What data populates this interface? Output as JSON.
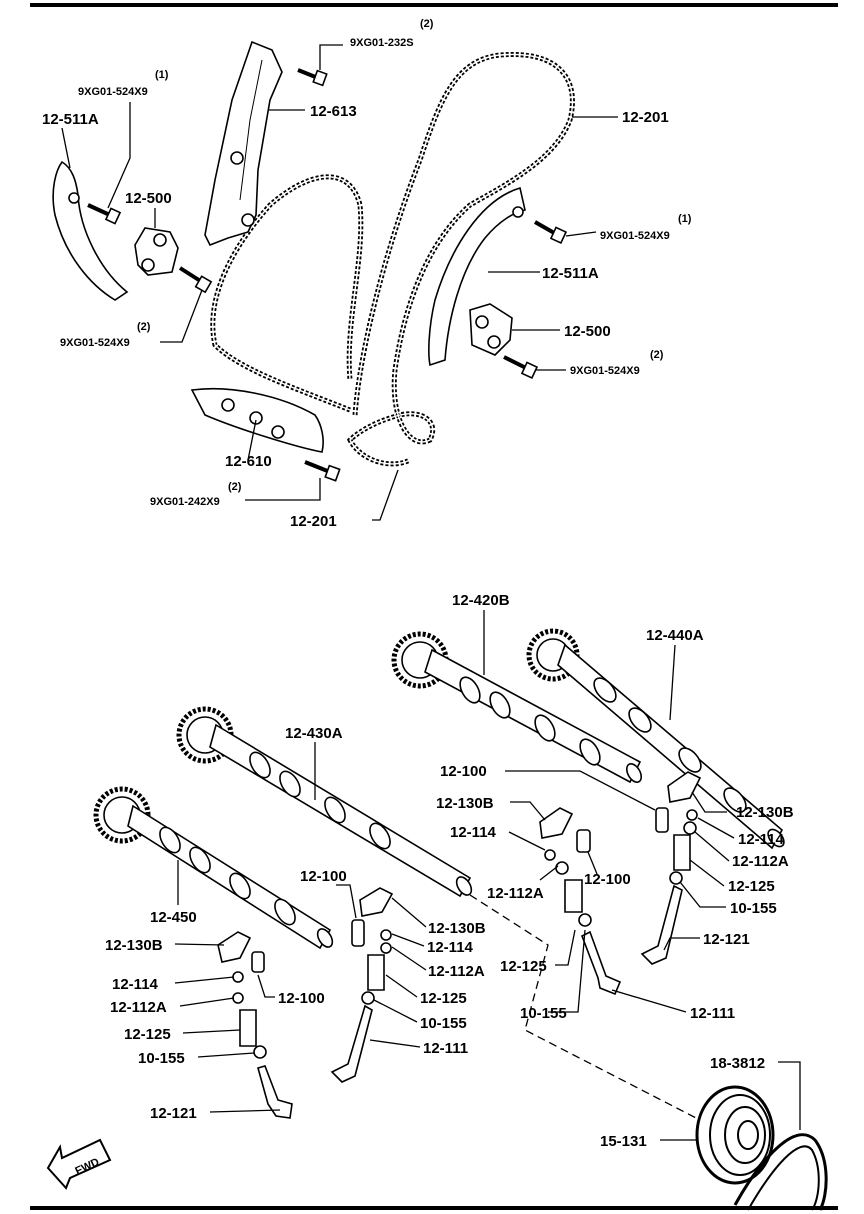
{
  "diagram": {
    "labels": {
      "bolt_232s_qty": "(2)",
      "bolt_232s_part": "9XG01-232S",
      "guide_613": "12-613",
      "chain_201_top": "12-201",
      "bolt_524_tl_qty": "(1)",
      "bolt_524_tl_part": "9XG01-524X9",
      "guide_511a_left": "12-511A",
      "tensioner_500_left": "12-500",
      "bolt_524_ml_qty": "(2)",
      "bolt_524_ml_part": "9XG01-524X9",
      "bolt_524_tr_qty": "(1)",
      "bolt_524_tr_part": "9XG01-524X9",
      "guide_511a_right": "12-511A",
      "tensioner_500_right": "12-500",
      "bolt_524_mr_qty": "(2)",
      "bolt_524_mr_part": "9XG01-524X9",
      "guide_610": "12-610",
      "bolt_242_qty": "(2)",
      "bolt_242_part": "9XG01-242X9",
      "chain_201_bottom": "12-201",
      "cam_420b": "12-420B",
      "cam_440a": "12-440A",
      "cam_430a": "12-430A",
      "cam_450": "12-450",
      "adjuster_100_a": "12-100",
      "rocker_130b_a": "12-130B",
      "rocker_130b_b": "12-130B",
      "key_114_a": "12-114",
      "key_114_b": "12-114",
      "adjuster_100_b": "12-100",
      "seat_112a_a": "12-112A",
      "seat_112a_b": "12-112A",
      "spring_125_a": "12-125",
      "seal_155_a": "10-155",
      "valve_121_a": "12-121",
      "adjuster_100_c": "12-100",
      "rocker_130b_c": "12-130B",
      "key_114_c": "12-114",
      "seat_112a_c": "12-112A",
      "spring_125_b": "12-125",
      "seal_155_b": "10-155",
      "valve_111_a": "12-111",
      "rocker_130b_d": "12-130B",
      "key_114_d": "12-114",
      "adjuster_100_d": "12-100",
      "seat_112a_d": "12-112A",
      "spring_125_c": "12-125",
      "seal_155_c": "10-155",
      "valve_121_b": "12-121",
      "spring_125_d": "12-125",
      "seal_155_d": "10-155",
      "valve_111_b": "12-111",
      "belt_3812": "18-3812",
      "pulley_131": "15-131",
      "fwd": "FWD"
    }
  }
}
